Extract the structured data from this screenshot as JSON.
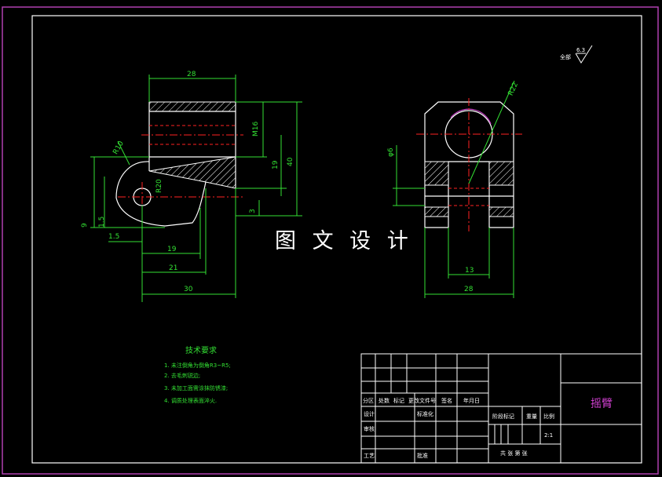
{
  "watermark": "图 文 设 计",
  "roughness": {
    "label": "全部",
    "value": "6.3"
  },
  "front_view": {
    "dims": [
      "28",
      "M16",
      "19",
      "40",
      "3",
      "R10",
      "R20",
      "9",
      "1.5",
      "1.5",
      "19",
      "21",
      "30"
    ]
  },
  "side_view": {
    "dims": [
      "R22",
      "φ6",
      "13",
      "28"
    ]
  },
  "tech_req": {
    "title": "技术要求",
    "items": [
      "1. 未注倒角为倒角R3~R5;",
      "2. 去毛刺锐边;",
      "3. 未加工面需涂抹防锈漆;",
      "4. 调质处理表面淬火."
    ]
  },
  "title_block": {
    "part_name": "摇臂",
    "scale": "2:1",
    "h_fenqu": "分区",
    "h_chushu": "处数",
    "h_biaoji": "标记",
    "h_wenjian": "更改文件号",
    "h_qianming": "签名",
    "h_riqi": "年月日",
    "l_sheji": "设计",
    "l_biaozhunhua": "标准化",
    "l_shenhe": "审核",
    "l_gongyi": "工艺",
    "l_pizhun": "批准",
    "l_jieduan": "阶段标记",
    "l_zhongliang": "重量",
    "l_bili": "比例",
    "sheet": "共 张 第 张"
  }
}
